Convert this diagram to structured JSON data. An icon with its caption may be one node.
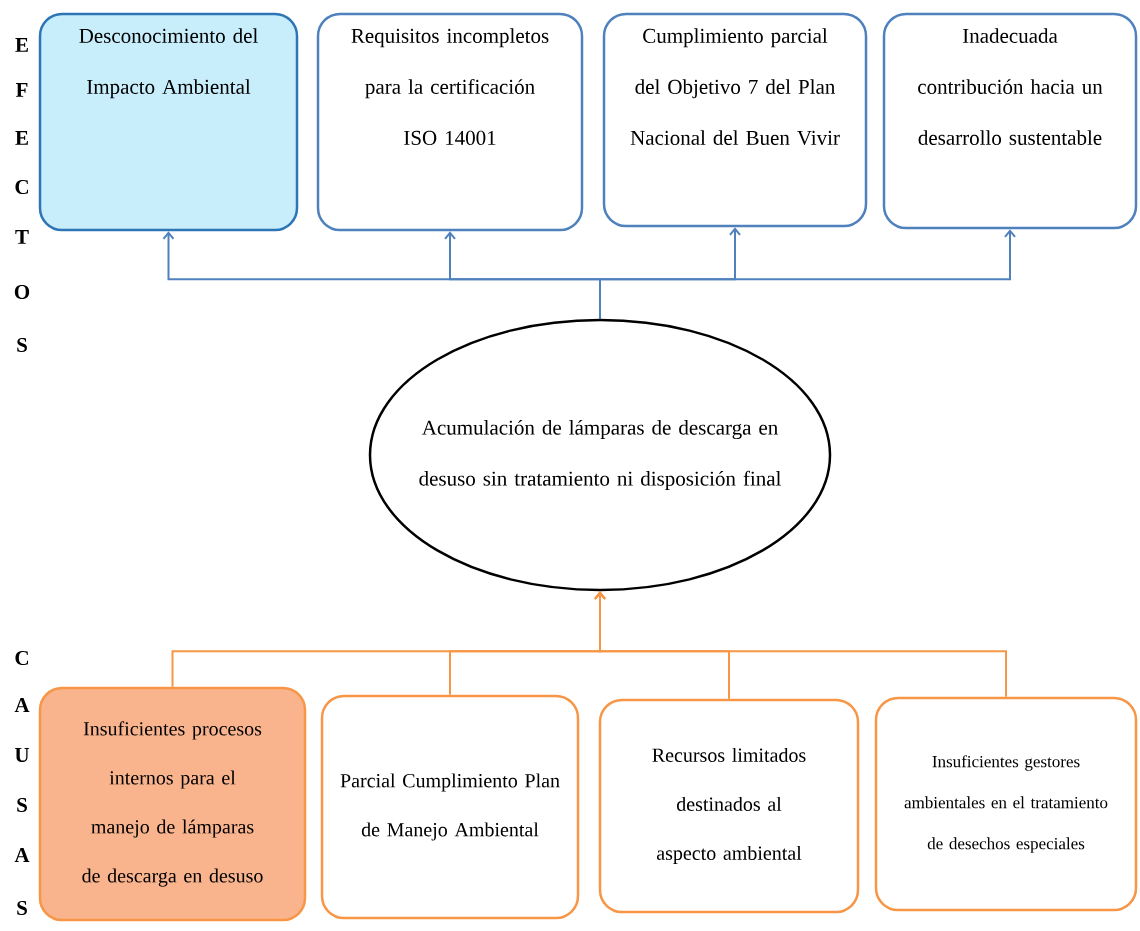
{
  "diagram": {
    "nodes": [
      {
        "text": [
          "Desconocimiento del Impacto Ambiental"
        ]
      },
      {
        "text": [
          "Requisitos incompletos para la certificación ISO 14001"
        ]
      },
      {
        "text": [
          "Cumplimiento parcial del Objetivo 7 del Plan Nacional del Buen Vivir"
        ]
      },
      {
        "text": [
          "Inadecuada contribución hacia un desarrollo sustentable"
        ]
      },
      {
        "text": [
          "Acumulación de lámparas de descarga en desuso sin tratamiento ni disposición final"
        ]
      },
      {
        "text": [
          "Insuficientes procesos internos para el manejo de lámparas de descarga en desuso"
        ]
      },
      {
        "text": [
          "Parcial Cumplimiento Plan de Manejo Ambiental"
        ]
      },
      {
        "text": [
          "Recursos limitados destinados al aspecto ambiental"
        ]
      },
      {
        "text": [
          "Insuficientes gestores ambientales en el tratamiento de desechos especiales"
        ]
      }
    ],
    "edges": [
      {
        "from": 4,
        "to": 0,
        "arrow": "to"
      },
      {
        "from": 4,
        "to": 1,
        "arrow": "to"
      },
      {
        "from": 4,
        "to": 2,
        "arrow": "to"
      },
      {
        "from": 4,
        "to": 3,
        "arrow": "to"
      },
      {
        "from": 5,
        "to": 4,
        "arrow": "to",
        "color": "#f79646"
      },
      {
        "from": 6,
        "to": 4,
        "arrow": "to",
        "color": "#f79646"
      },
      {
        "from": 7,
        "to": 4,
        "arrow": "to",
        "color": "#f79646"
      },
      {
        "from": 8,
        "to": 4,
        "arrow": "to",
        "color": "#f79646"
      }
    ],
    "labels": [
      "E",
      "F",
      "E",
      "C",
      "T",
      "O",
      "S",
      "C",
      "A",
      "U",
      "S",
      "A",
      "S"
    ]
  }
}
